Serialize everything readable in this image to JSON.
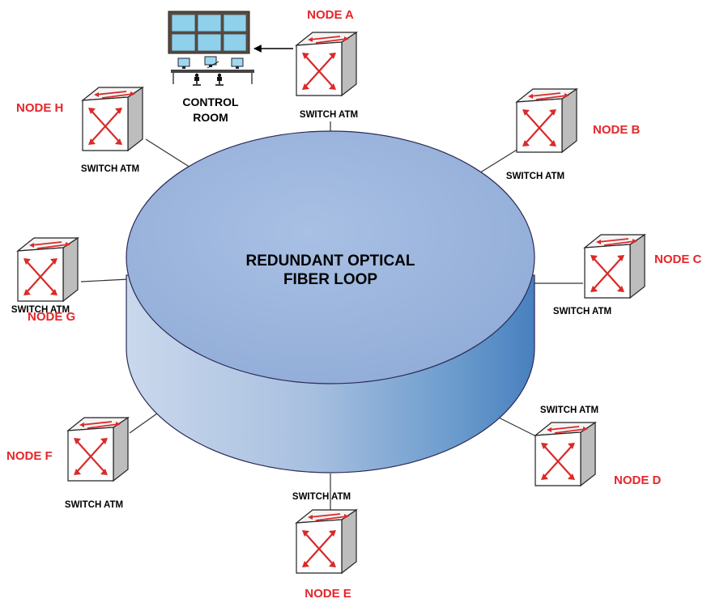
{
  "loop": {
    "line1": "REDUNDANT OPTICAL",
    "line2": "FIBER LOOP"
  },
  "control_room": {
    "line1": "CONTROL",
    "line2": "ROOM"
  },
  "nodes": [
    {
      "id": "a",
      "name": "NODE A",
      "switch": "SWITCH ATM"
    },
    {
      "id": "b",
      "name": "NODE B",
      "switch": "SWITCH ATM"
    },
    {
      "id": "c",
      "name": "NODE C",
      "switch": "SWITCH ATM"
    },
    {
      "id": "d",
      "name": "NODE D",
      "switch": "SWITCH ATM"
    },
    {
      "id": "e",
      "name": "NODE E",
      "switch": "SWITCH ATM"
    },
    {
      "id": "f",
      "name": "NODE F",
      "switch": "SWITCH ATM"
    },
    {
      "id": "g",
      "name": "NODE G",
      "switch": "SWITCH ATM"
    },
    {
      "id": "h",
      "name": "NODE H",
      "switch": "SWITCH ATM"
    }
  ],
  "icons": {
    "switch": "atm-switch-icon",
    "control_room": "control-room-icon",
    "arrow": "arrow-icon"
  },
  "colors": {
    "node_label": "#e8252a",
    "switch_arrow": "#d92a2a",
    "loop_top": "#94b0da",
    "loop_side_dark": "#4c86c2",
    "loop_side_light": "#d3dff0"
  }
}
